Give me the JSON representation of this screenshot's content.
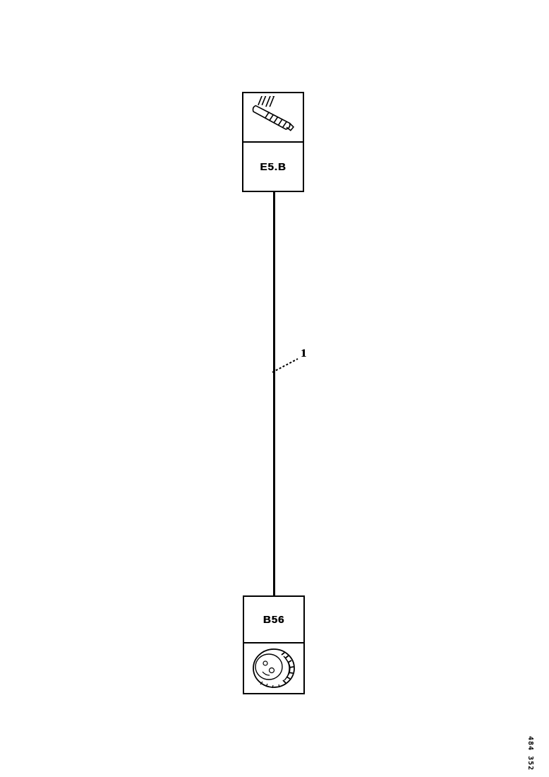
{
  "page": {
    "background_color": "#ffffff",
    "line_color": "#000000",
    "drawing_number": "484 352"
  },
  "diagram": {
    "top_connector": {
      "label": "E5.B",
      "icon": "crimp-terminal-icon"
    },
    "wire": {
      "callout_label": "1"
    },
    "bottom_connector": {
      "label": "B56",
      "icon": "round-connector-icon"
    }
  }
}
